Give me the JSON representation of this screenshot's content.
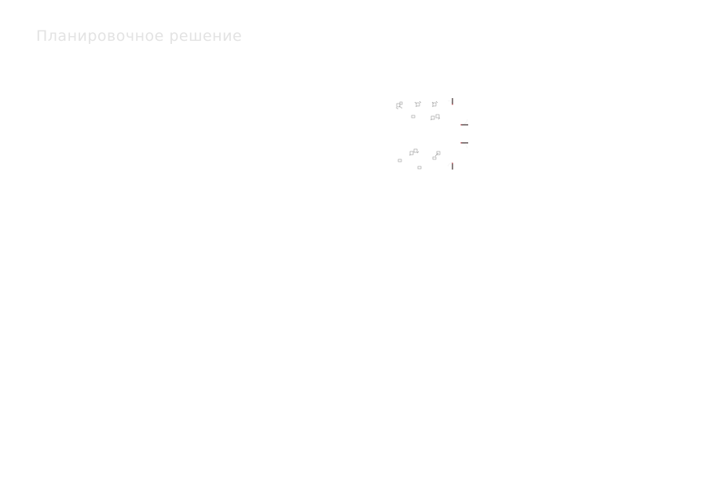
{
  "page": {
    "title": "Планировочное решение"
  },
  "colors": {
    "title": "#e3e3e3",
    "furniture": "#9a9a9a",
    "door_leaf": "#3a2a2a",
    "door_accent": "#c0303a",
    "door_swing": "#eeeeee"
  },
  "plan": {
    "furniture_groups": 12,
    "doors": 4
  }
}
